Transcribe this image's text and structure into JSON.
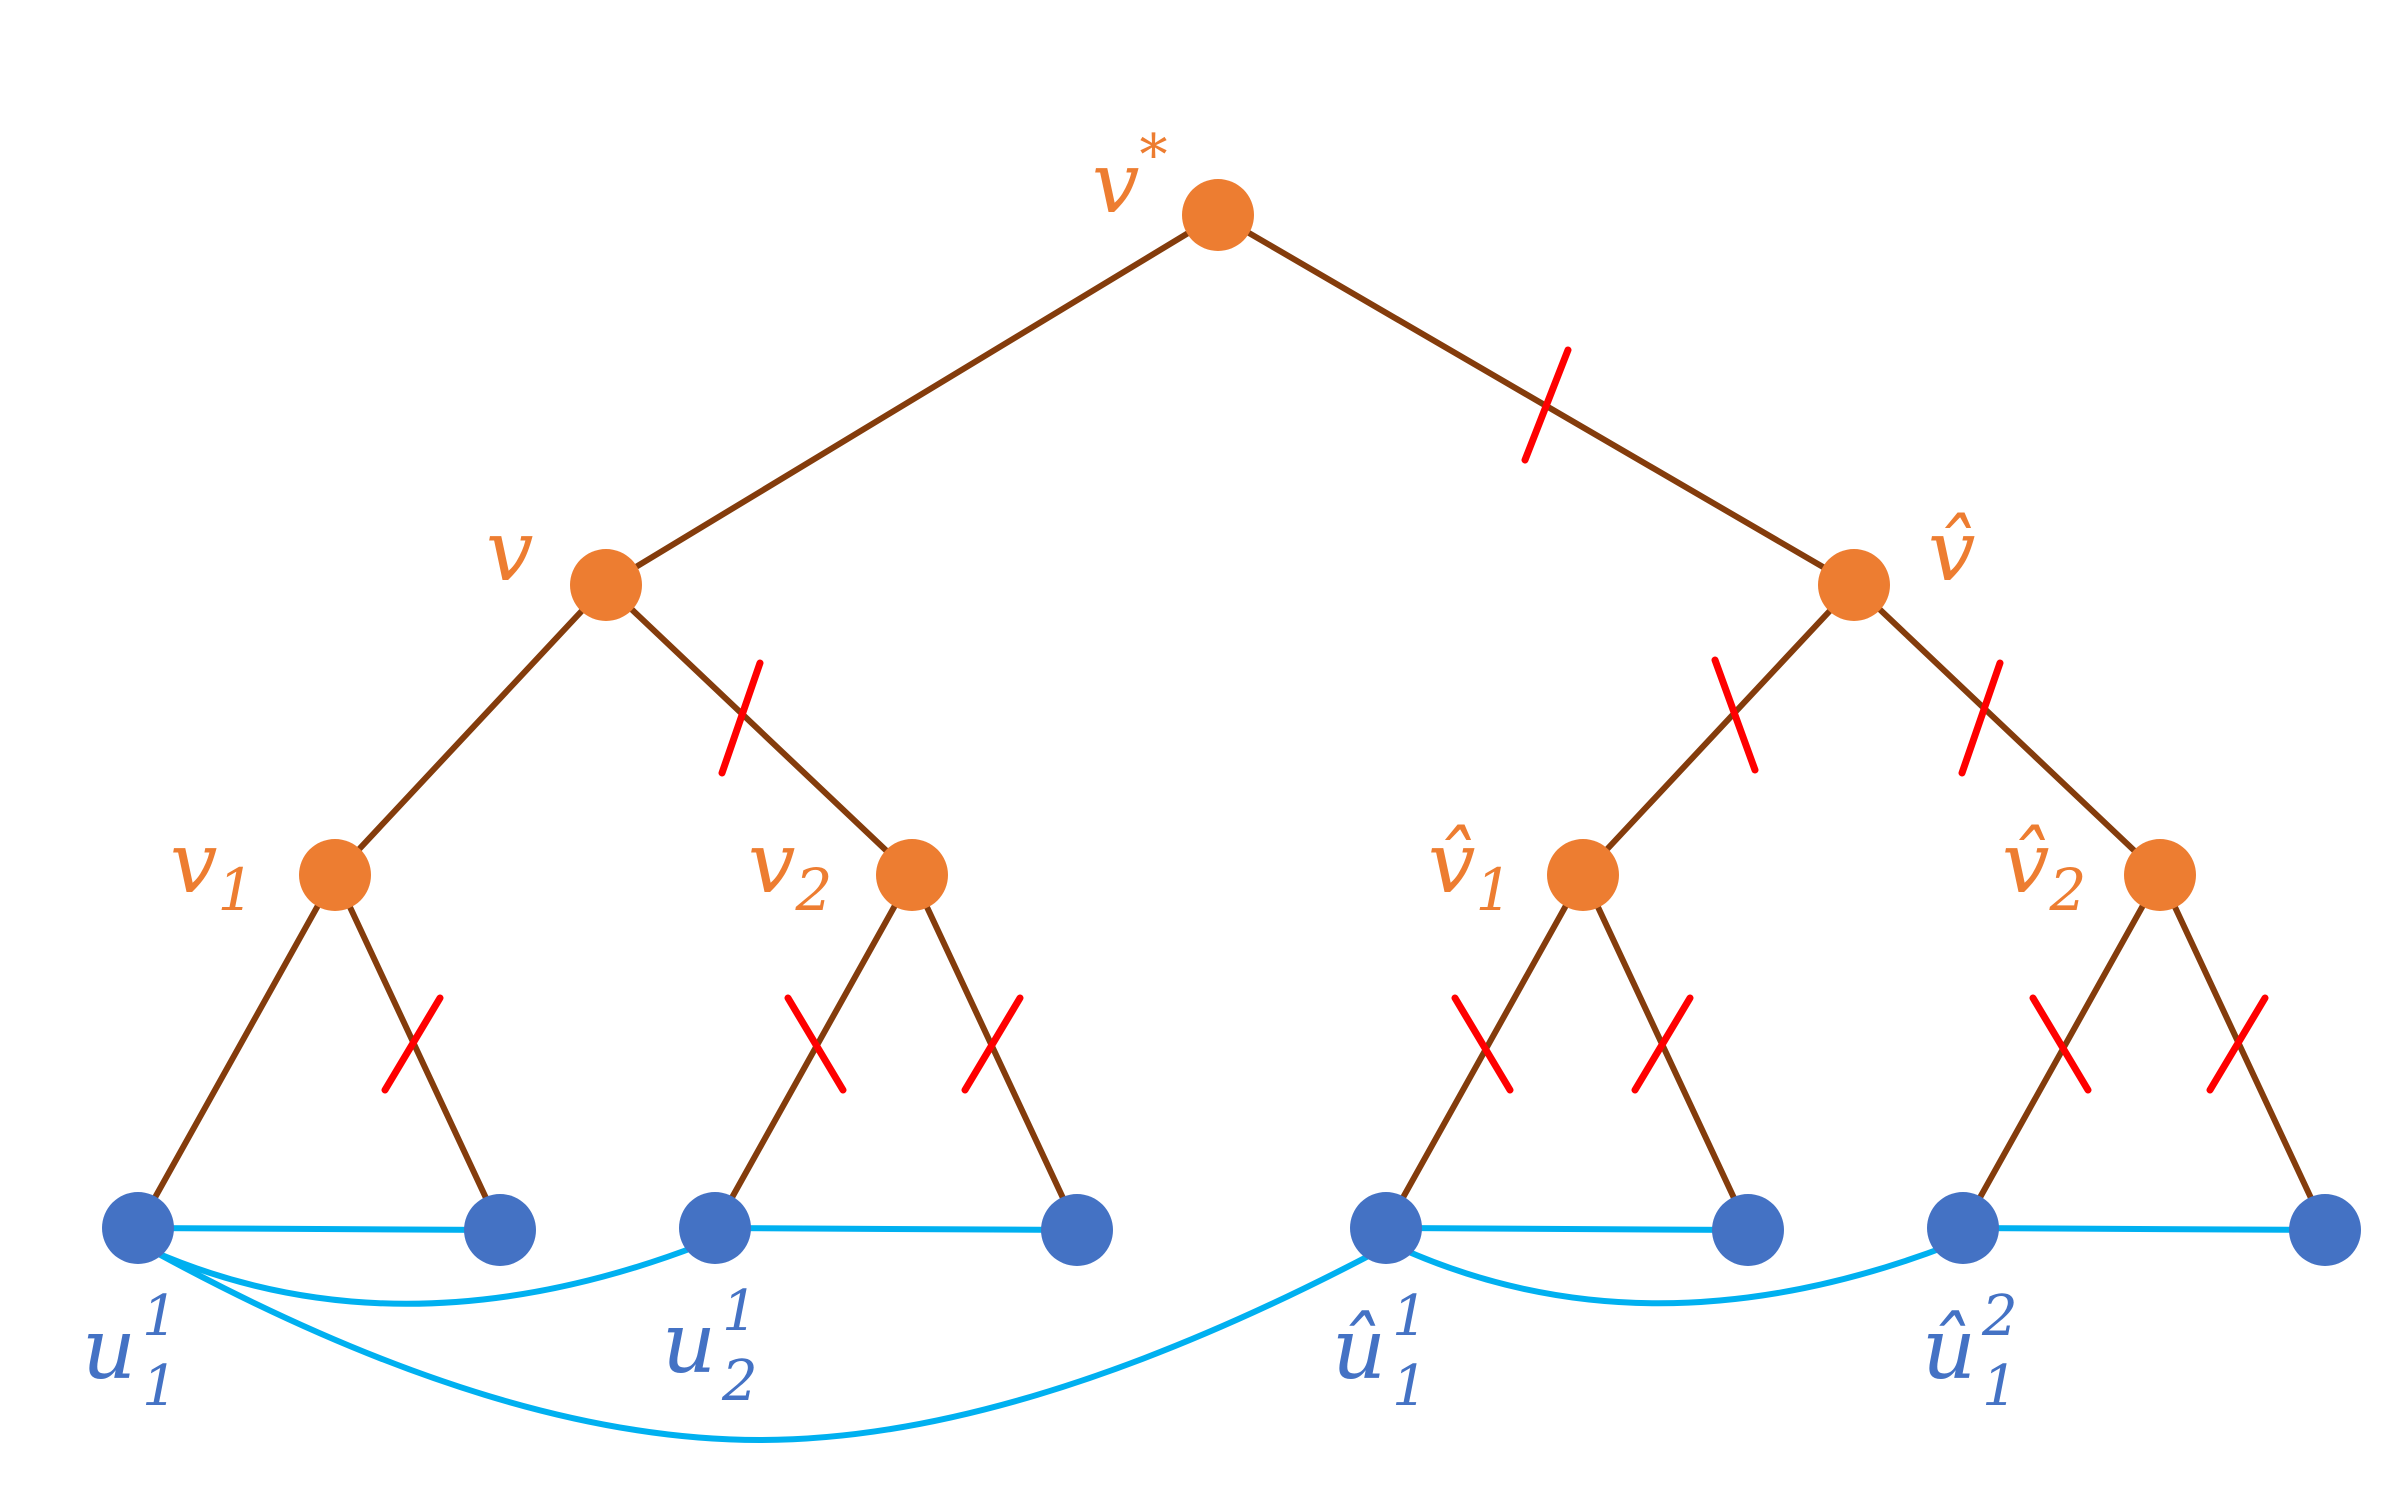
{
  "colors": {
    "internal_node": "#ED7D31",
    "leaf_node": "#4472C4",
    "tree_edge": "#843C0C",
    "cut_mark": "#FF0000",
    "leaf_edge": "#00B0F0"
  },
  "labels": {
    "v_star": {
      "base": "v",
      "sup": "*"
    },
    "v": {
      "base": "v"
    },
    "v_hat": {
      "base": "v̂"
    },
    "v1": {
      "base": "v",
      "sub": "1"
    },
    "v2": {
      "base": "v",
      "sub": "2"
    },
    "v_hat1": {
      "base": "v̂",
      "sub": "1"
    },
    "v_hat2": {
      "base": "v̂",
      "sub": "2"
    },
    "u11": {
      "base": "u",
      "sub": "1",
      "sup": "1"
    },
    "u21": {
      "base": "u",
      "sub": "2",
      "sup": "1"
    },
    "u_hat11": {
      "base": "û",
      "sub": "1",
      "sup": "1"
    },
    "u_hat12": {
      "base": "û",
      "sub": "1",
      "sup": "2"
    }
  }
}
